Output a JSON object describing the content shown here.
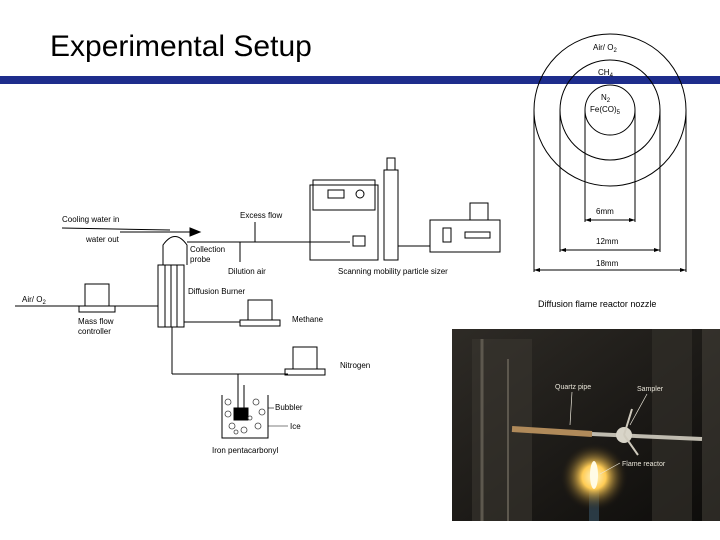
{
  "slide": {
    "title": "Experimental Setup",
    "accent_color": "#1e2d8c"
  },
  "schematic": {
    "labels": {
      "cooling_water_in": "Cooling water in",
      "water_out": "water out",
      "excess_flow": "Excess flow",
      "collection_probe_1": "Collection",
      "collection_probe_2": "probe",
      "dilution_air": "Dilution air",
      "smps": "Scanning mobility particle sizer",
      "diffusion_burner": "Diffusion Burner",
      "air_o2": "Air/ O",
      "air_o2_sub": "2",
      "mass_flow_1": "Mass flow",
      "mass_flow_2": "controller",
      "methane": "Methane",
      "nitrogen": "Nitrogen",
      "bubbler": "Bubbler",
      "ice": "Ice",
      "iron_pentacarbonyl": "Iron pentacarbonyl"
    }
  },
  "nozzle": {
    "outer_label": "Air/ O",
    "outer_sub": "2",
    "middle_label": "CH",
    "middle_sub": "4",
    "inner_label_1": "N",
    "inner_sub_1": "2",
    "inner_label_2": "Fe(CO)",
    "inner_sub_2": "5",
    "dim_6": "6mm",
    "dim_12": "12mm",
    "dim_18": "18mm",
    "caption": "Diffusion flame reactor nozzle"
  },
  "photo": {
    "label_quartz": "Quartz pipe",
    "label_sampler": "Sampler",
    "label_flame": "Flame reactor"
  }
}
